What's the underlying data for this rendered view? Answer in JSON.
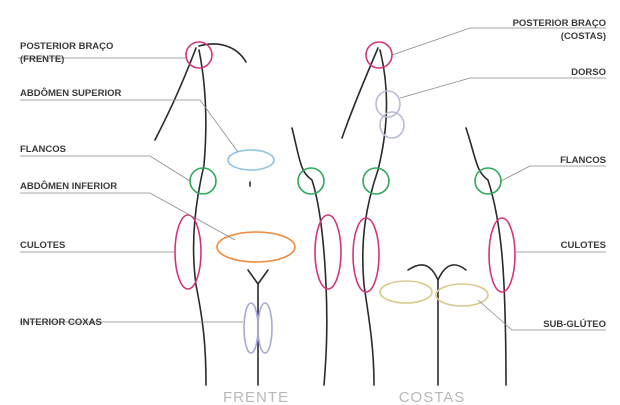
{
  "labels": {
    "posterior_braco_frente_1": "POSTERIOR BRAÇO",
    "posterior_braco_frente_2": "(FRENTE)",
    "abdomen_superior": "ABDÔMEN SUPERIOR",
    "flancos_left": "FLANCOS",
    "abdomen_inferior": "ABDÔMEN INFERIOR",
    "culotes_left": "CULOTES",
    "interior_coxas": "INTERIOR COXAS",
    "posterior_braco_costas_1": "POSTERIOR BRAÇO",
    "posterior_braco_costas_2": "(COSTAS)",
    "dorso": "DORSO",
    "flancos_right": "FLANCOS",
    "culotes_right": "CULOTES",
    "sub_gluteo": "SUB-GLÚTEO"
  },
  "captions": {
    "front": "FRENTE",
    "back": "COSTAS"
  },
  "colors": {
    "posterior_braco": "#d8337a",
    "abdomen_superior": "#8fc4e6",
    "flancos": "#2fa85a",
    "abdomen_inferior": "#f08a3c",
    "culotes": "#d8337a",
    "interior_coxas": "#a7a9d6",
    "dorso": "#b9bcd8",
    "sub_gluteo": "#d9c98a"
  }
}
